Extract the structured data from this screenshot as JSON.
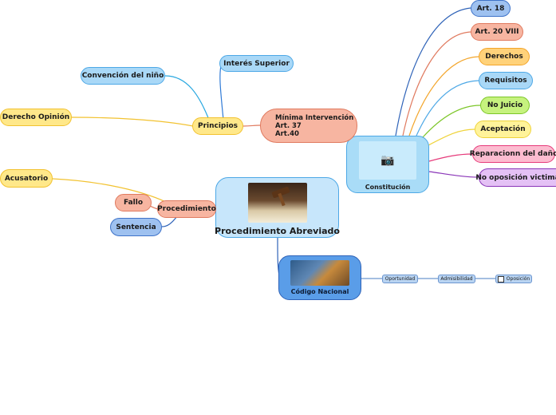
{
  "central": {
    "label": "Procedimiento Abreviado",
    "image_icon": "judge-gavel-book-image"
  },
  "constitucion": {
    "label": "Constitución",
    "image_icon": "camera-icon",
    "camera_glyph": "📷"
  },
  "codigo": {
    "label": "Código Nacional",
    "image_icon": "court-image"
  },
  "principios": {
    "label": "Principios",
    "children": {
      "interes": "Interés  Superior",
      "convencion": "Convención del niño",
      "derecho": "Derecho Opinión",
      "minima": [
        "Mínima Intervención",
        "Art. 37",
        "Art.40"
      ]
    }
  },
  "procedimiento": {
    "label": "Procedimiento",
    "children": {
      "acusatorio": "Acusatorio",
      "fallo": "Fallo",
      "sentencia": "Sentencia"
    }
  },
  "constitucion_children": {
    "art18": "Art. 18",
    "art20": "Art. 20 VIII",
    "derechos": "Derechos",
    "requisitos": "Requisitos",
    "nojuicio": "No Juicio",
    "aceptacion": "Aceptación",
    "reparacion": "Reparacionn del daño",
    "nooposicion": "No oposición victima"
  },
  "codigo_children": {
    "oportunidad": "Oportunidad",
    "admisibilidad": "Admisibilidad",
    "oposicion": "Oposición"
  },
  "colors": {
    "center": "#c7e6fb",
    "yellow": "#ffe88a",
    "blue": "#a9d8f7",
    "dark_blue": "#3f73c9",
    "salmon": "#f7b5a1",
    "pink": "#e63a7a",
    "purple": "#8a36b8",
    "green": "#7cc628"
  }
}
